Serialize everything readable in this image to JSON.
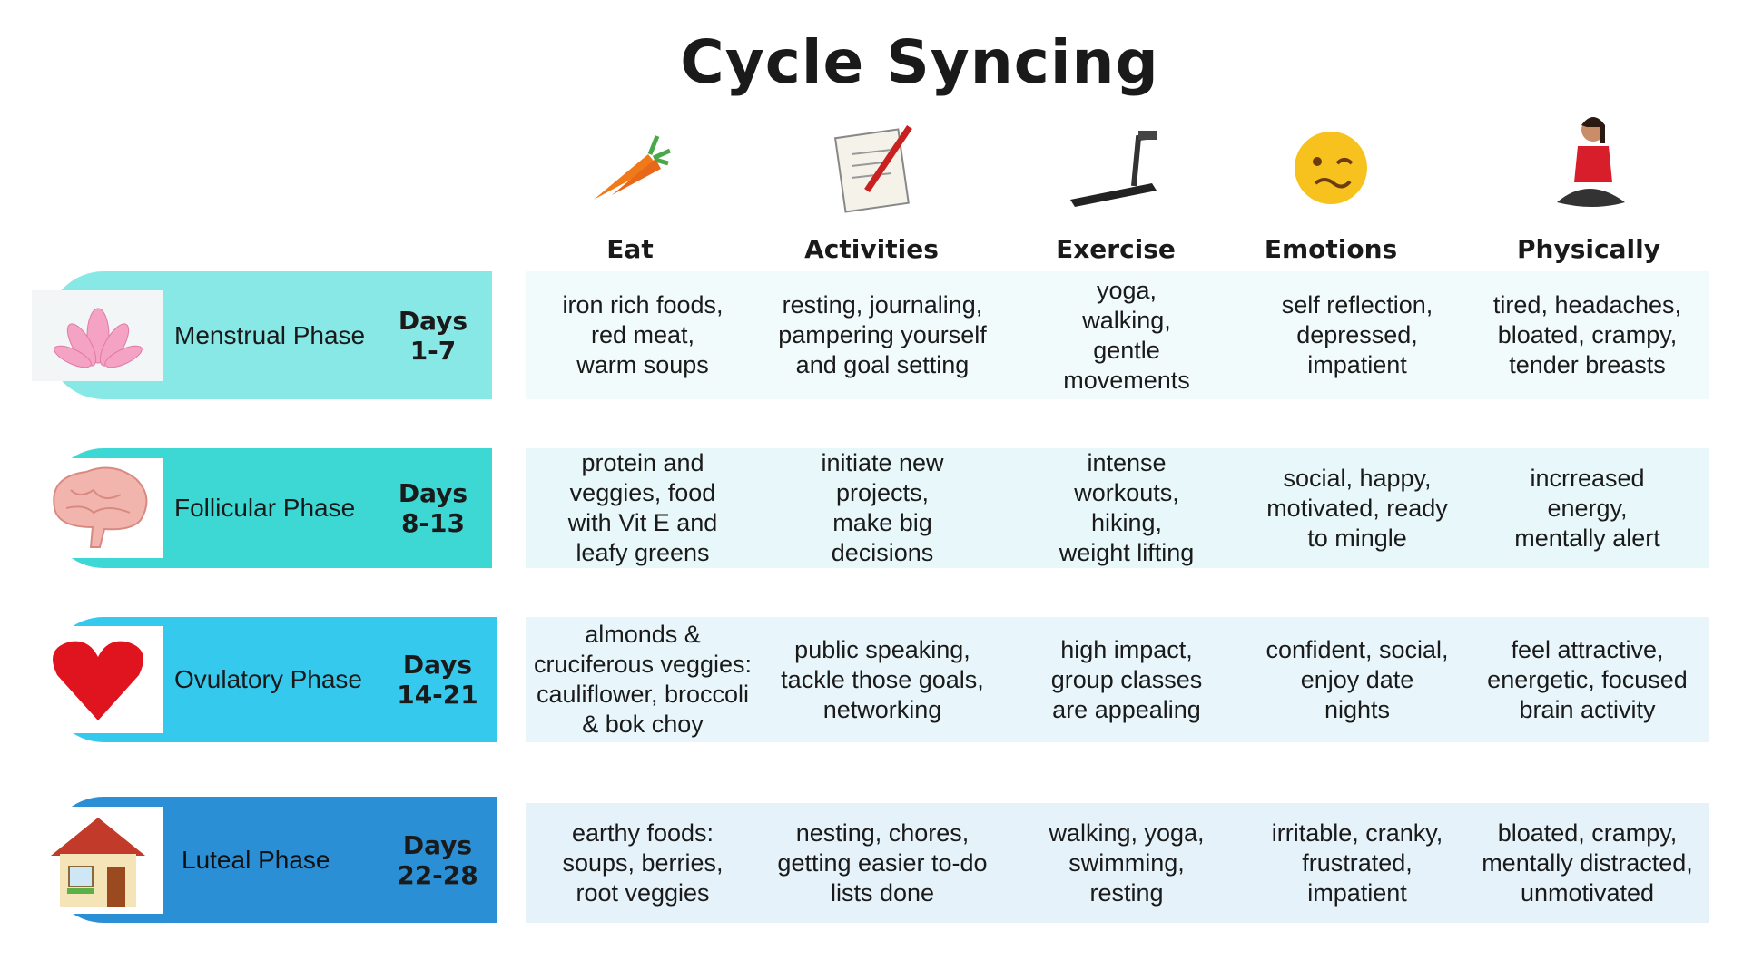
{
  "title": "Cycle Syncing",
  "columns": [
    {
      "label": "Eat",
      "icon": "carrot-icon"
    },
    {
      "label": "Activities",
      "icon": "notepad-icon"
    },
    {
      "label": "Exercise",
      "icon": "treadmill-icon"
    },
    {
      "label": "Emotions",
      "icon": "woozy-face-icon"
    },
    {
      "label": "Physically",
      "icon": "woman-sitting-icon"
    }
  ],
  "phases": [
    {
      "name": "Menstrual Phase",
      "days_label": "Days",
      "days": "1-7",
      "color": "#87e8e6",
      "cell_bg": "#f2fbfc",
      "icon": "lotus-icon",
      "cells": [
        "iron rich foods,\nred meat,\nwarm soups",
        "resting, journaling,\npampering yourself\nand goal setting",
        "yoga,\nwalking,\ngentle\nmovements",
        "self reflection,\ndepressed,\nimpatient",
        "tired, headaches,\nbloated, crampy,\ntender breasts"
      ]
    },
    {
      "name": "Follicular Phase",
      "days_label": "Days",
      "days": "8-13",
      "color": "#3dd8d4",
      "cell_bg": "#e8f8fa",
      "icon": "brain-icon",
      "cells": [
        "protein and\nveggies, food\nwith Vit E and\nleafy greens",
        "initiate new\nprojects,\nmake big\ndecisions",
        "intense\nworkouts,\nhiking,\nweight lifting",
        "social, happy,\nmotivated, ready\nto mingle",
        "incrreased\nenergy,\nmentally alert"
      ]
    },
    {
      "name": "Ovulatory Phase",
      "days_label": "Days",
      "days": "14-21",
      "color": "#36c9ee",
      "cell_bg": "#e8f6fb",
      "icon": "heart-icon",
      "cells": [
        "almonds &\ncruciferous veggies:\ncauliflower, broccoli\n& bok choy",
        "public speaking,\ntackle those goals,\nnetworking",
        "high impact,\ngroup classes\nare appealing",
        "confident, social,\nenjoy date\nnights",
        "feel attractive,\nenergetic, focused\nbrain activity"
      ]
    },
    {
      "name": "Luteal Phase",
      "days_label": "Days",
      "days": "22-28",
      "color": "#2b8fd6",
      "cell_bg": "#e6f2f9",
      "icon": "house-icon",
      "cells": [
        "earthy foods:\nsoups, berries,\nroot veggies",
        "nesting, chores,\ngetting easier to-do\nlists done",
        "walking, yoga,\nswimming,\nresting",
        "irritable, cranky,\nfrustrated,\nimpatient",
        "bloated, crampy,\nmentally distracted,\nunmotivated"
      ]
    }
  ]
}
